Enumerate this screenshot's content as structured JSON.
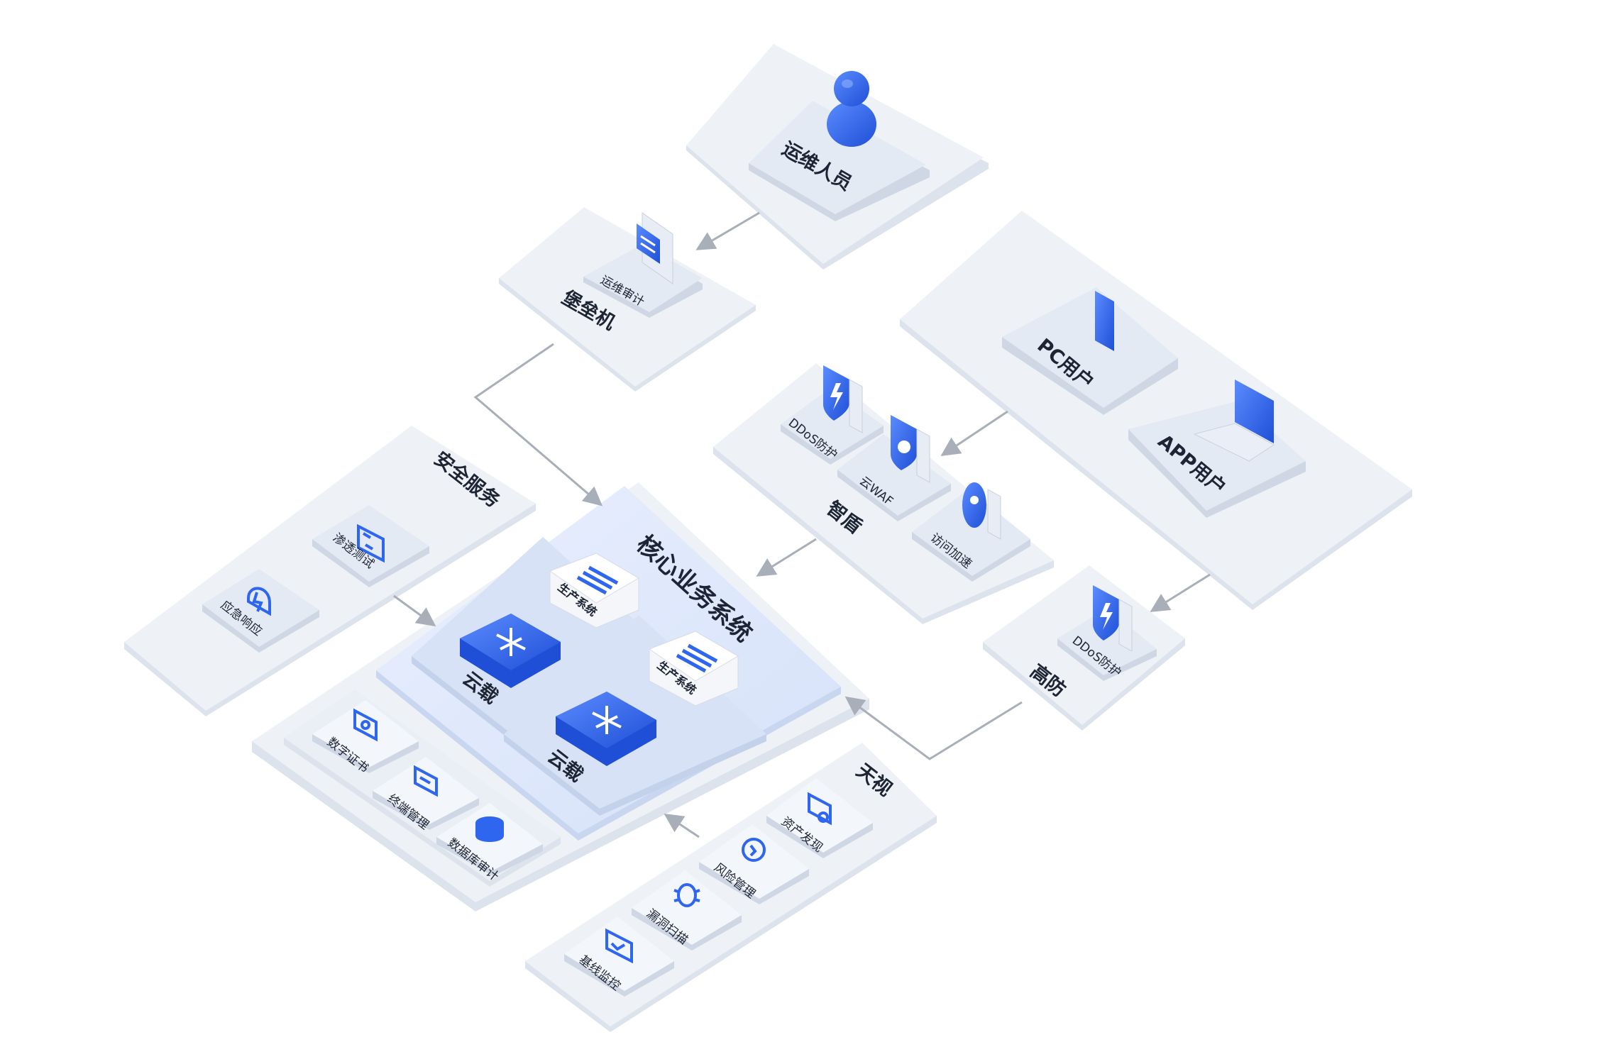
{
  "nodes": {
    "ops_staff": "运维人员",
    "bastion": "堡垒机",
    "ops_audit": "运维审计",
    "pc_user": "PC用户",
    "app_user": "APP用户",
    "ddos_zhidun": "DDoS防护",
    "cloud_waf": "云WAF",
    "access_accel": "访问加速",
    "zhidun": "智盾",
    "gaofang": "高防",
    "ddos_gaofang": "DDoS防护",
    "security_services": "安全服务",
    "pentest": "渗透测试",
    "emergency": "应急响应",
    "core_system": "核心业务系统",
    "prod_system_1": "生产系统",
    "prod_system_2": "生产系统",
    "yunzai_1": "云载",
    "yunzai_2": "云载",
    "digital_cert": "数字证书",
    "terminal_mgmt": "终端管理",
    "db_audit": "数据库审计",
    "tianshi": "天视",
    "asset_discovery": "资产发现",
    "risk_mgmt": "风险管理",
    "vuln_scan": "漏洞扫描",
    "baseline_monitor": "基线监控"
  },
  "colors": {
    "accent": "#2f66f0",
    "accent_dark": "#1e47c8",
    "platform_top": "#eef2f7",
    "platform_side": "#dde3ec",
    "tile_top": "#f6f8fb",
    "core_top": "#dfe8fa",
    "line": "#a9afb8",
    "text": "#1d2433"
  }
}
